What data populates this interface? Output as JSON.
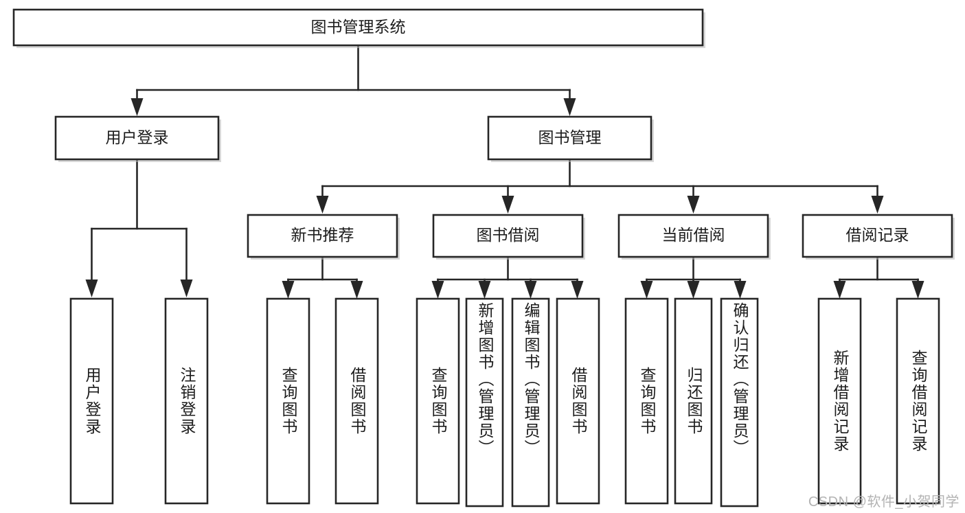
{
  "diagram": {
    "type": "tree",
    "title": "图书管理系统",
    "colors": {
      "box_fill": "#ffffff",
      "box_stroke": "#262626",
      "text": "#1c1c1c",
      "watermark": "#b3b3b3",
      "background": "#ffffff"
    },
    "root": {
      "label": "图书管理系统"
    },
    "level2": [
      {
        "label": "用户登录"
      },
      {
        "label": "图书管理"
      }
    ],
    "level3": [
      {
        "label": "新书推荐"
      },
      {
        "label": "图书借阅"
      },
      {
        "label": "当前借阅"
      },
      {
        "label": "借阅记录"
      }
    ],
    "leaves": {
      "user_login": [
        {
          "label": "用户登录"
        },
        {
          "label": "注销登录"
        }
      ],
      "new_book": [
        {
          "label": "查询图书"
        },
        {
          "label": "借阅图书"
        }
      ],
      "book_borrow": [
        {
          "label": "查询图书"
        },
        {
          "label": "新增图书（管理员）"
        },
        {
          "label": "编辑图书（管理员）"
        },
        {
          "label": "借阅图书"
        }
      ],
      "current_borrow": [
        {
          "label": "查询图书"
        },
        {
          "label": "归还图书"
        },
        {
          "label": "确认归还（管理员）"
        }
      ],
      "borrow_record": [
        {
          "label": "新增借阅记录"
        },
        {
          "label": "查询借阅记录"
        }
      ]
    },
    "edges": [
      {
        "from": "图书管理系统",
        "to": "用户登录"
      },
      {
        "from": "图书管理系统",
        "to": "图书管理"
      },
      {
        "from": "用户登录",
        "to": "用户登录"
      },
      {
        "from": "用户登录",
        "to": "注销登录"
      },
      {
        "from": "图书管理",
        "to": "新书推荐"
      },
      {
        "from": "图书管理",
        "to": "图书借阅"
      },
      {
        "from": "图书管理",
        "to": "当前借阅"
      },
      {
        "from": "图书管理",
        "to": "借阅记录"
      },
      {
        "from": "新书推荐",
        "to": "查询图书"
      },
      {
        "from": "新书推荐",
        "to": "借阅图书"
      },
      {
        "from": "图书借阅",
        "to": "查询图书"
      },
      {
        "from": "图书借阅",
        "to": "新增图书（管理员）"
      },
      {
        "from": "图书借阅",
        "to": "编辑图书（管理员）"
      },
      {
        "from": "图书借阅",
        "to": "借阅图书"
      },
      {
        "from": "当前借阅",
        "to": "查询图书"
      },
      {
        "from": "当前借阅",
        "to": "归还图书"
      },
      {
        "from": "当前借阅",
        "to": "确认归还（管理员）"
      },
      {
        "from": "借阅记录",
        "to": "新增借阅记录"
      },
      {
        "from": "借阅记录",
        "to": "查询借阅记录"
      }
    ]
  },
  "watermark": {
    "text": "CSDN @软件_小贺同学"
  }
}
